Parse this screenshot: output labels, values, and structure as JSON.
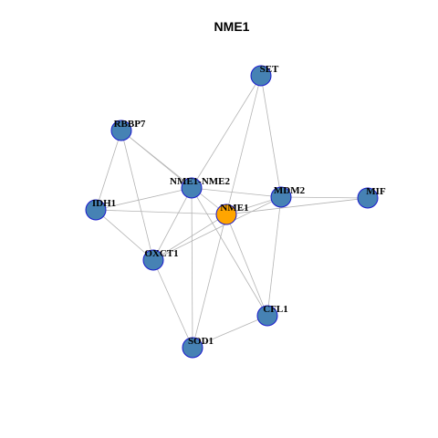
{
  "title": "NME1",
  "colors": {
    "node_default": "#4682b4",
    "node_focus": "#ffa500",
    "node_border": "#1a1acc",
    "edge": "#b3b3b3"
  },
  "focus_node": "NME1",
  "nodes": [
    {
      "id": "SET",
      "label": "SET"
    },
    {
      "id": "RBBP7",
      "label": "RBBP7"
    },
    {
      "id": "NME1-NME2",
      "label": "NME1-NME2"
    },
    {
      "id": "MDM2",
      "label": "MDM2"
    },
    {
      "id": "MIF",
      "label": "MIF"
    },
    {
      "id": "IDH1",
      "label": "IDH1"
    },
    {
      "id": "NME1",
      "label": "NME1"
    },
    {
      "id": "OXCT1",
      "label": "OXCT1"
    },
    {
      "id": "CFL1",
      "label": "CFL1"
    },
    {
      "id": "SOD1",
      "label": "SOD1"
    }
  ],
  "edges": [
    [
      "SET",
      "NME1-NME2"
    ],
    [
      "SET",
      "NME1"
    ],
    [
      "SET",
      "MDM2"
    ],
    [
      "RBBP7",
      "NME1-NME2"
    ],
    [
      "RBBP7",
      "NME1"
    ],
    [
      "RBBP7",
      "IDH1"
    ],
    [
      "RBBP7",
      "OXCT1"
    ],
    [
      "NME1-NME2",
      "IDH1"
    ],
    [
      "NME1-NME2",
      "MDM2"
    ],
    [
      "NME1-NME2",
      "OXCT1"
    ],
    [
      "NME1-NME2",
      "SOD1"
    ],
    [
      "NME1-NME2",
      "CFL1"
    ],
    [
      "IDH1",
      "NME1"
    ],
    [
      "IDH1",
      "OXCT1"
    ],
    [
      "NME1",
      "MIF"
    ],
    [
      "NME1",
      "MDM2"
    ],
    [
      "NME1",
      "OXCT1"
    ],
    [
      "NME1",
      "CFL1"
    ],
    [
      "NME1",
      "SOD1"
    ],
    [
      "MDM2",
      "MIF"
    ],
    [
      "MDM2",
      "OXCT1"
    ],
    [
      "MDM2",
      "CFL1"
    ],
    [
      "OXCT1",
      "SOD1"
    ],
    [
      "SOD1",
      "CFL1"
    ]
  ]
}
